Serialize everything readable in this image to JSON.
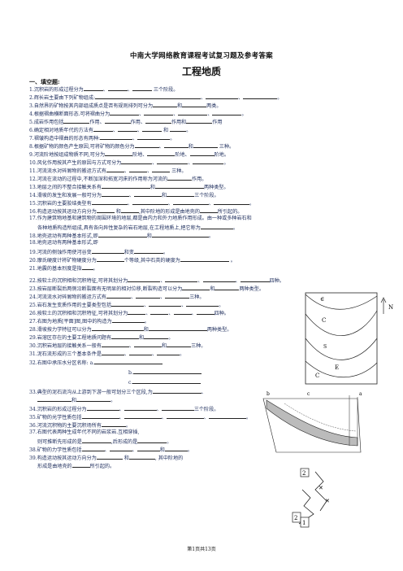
{
  "header": {
    "title": "中南大学网络教育课程考试复习题及参考答案",
    "subtitle": "工程地质"
  },
  "section": "一、填空题:",
  "questions": [
    "1.沉积岩的形成过程分为",
    "2.辉长岩主要由下列矿物组成:",
    "3.自然界的矿物按其内部组成质点是否有规则排列可分为",
    "4.根据褶曲横断面形态.可将褶曲分为",
    "5.成岩作用包括",
    "6.确定相对地质年代的方法有",
    "7.褶皱构造中褶曲的形态有两种:",
    "8.根据矿物的颜色产生原因,可将矿物的颜色分为",
    "9.河流阶地按组成物质不同,可分为",
    "10.风化作用按其产生的原因与方式可分为",
    "11.河流流水对碎屑物的搬运方式有",
    "12.河流在流动的过程中,不断加深和拓宽河床的作用称为河流的",
    "13.地层之间的不整合接触关系有",
    "14.滑坡的发生和发展一般可分为",
    "15.沉积岩的主要胶结类型有",
    "16.构造运动按其运动方向分为",
    "17.作为建筑物地基和建筑物的周围环境的地层,都是由内力和外力地质作用形成。由一种或多种岩石和",
    "各种地质构造所组成,具有各向异性复杂的岩石地层,在工程地质上,把它称为",
    "18.地壳运动有两种基本形式,即",
    "19.河流的侧蚀作用使河谷变",
    "20.摩氏硬度计将矿物硬度分为",
    "21.地震的基本烈度是指",
    "22.按软土的沉积相和沉积特征,可将其划分为",
    "23.按岩层断裂后两侧沿断裂面有无明显的相对位移,断裂构造可以分为",
    "24.河流流水对碎屑物的搬运方式有",
    "25.岩石发生变质作用的主要类型包括",
    "26.按软土的沉积相和沉积特征,可将其划分为",
    "27.右图为地质[平面]图,图中的构造为",
    "28.滑坡按力学特征可以分为",
    "29.岩溶区存在的主要工程地质问题有",
    "30.沉积岩地层的接触关系一般有",
    "31.泥石流形成的三个基本条件是",
    "32.右图中承压水分区名称: a.",
    "b.",
    "c.",
    "33.典型的泥石流沟从上游到下游一般可划分三个区段,为",
    "和",
    "34.沉积岩的形成过程分为",
    "35.矿物的光学性质包括",
    "36.河流沉积物的主要沉积场所有",
    "37.右图代表两种生成年代不同的岩浆岩.互相穿插,",
    "则可推断先形成的是",
    "38.矿物的力学性质包括",
    "39.构造运动按其运动方向分为",
    "形成是由地壳的",
    "所引起的。"
  ],
  "fragments": {
    "three_stages": "三个阶段。",
    "and": "和",
    "two_kinds": "两类。",
    "action": "作用",
    "two_types": "两种类型。",
    "four_types": "四种。",
    "three_types": "三种类型。",
    "three_kinds": "三种。",
    "terrace": "阶地",
    "terrace_end": "阶地。",
    "action_end": "作用。",
    "caused": "所引起的。",
    "later": ",后形成的是",
    "vertical_note": "其中阶地的",
    "grades": "个等级,其中石英的硬度为",
    "hardness_end": "。",
    "and_change": "和变",
    "slope_and": "和",
    "two_type_end": "两种类型。"
  },
  "figure_labels": {
    "fig27": [
      "∈",
      "C",
      "S",
      "E",
      "C",
      "N"
    ],
    "fig32": [
      "b",
      "c",
      "a"
    ],
    "fig37": [
      "2",
      "1",
      "2"
    ]
  },
  "footer": "第1页共13页"
}
